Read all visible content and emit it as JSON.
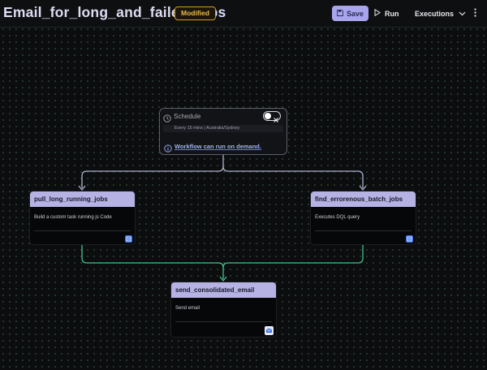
{
  "header": {
    "title": "Email_for_long_and_failed_jobs",
    "status_badge": "Modified",
    "save_label": "Save",
    "run_label": "Run",
    "executions_label": "Executions",
    "icons": [
      "save-icon",
      "play-icon",
      "chevron-down-icon",
      "more-vertical-icon"
    ]
  },
  "trigger": {
    "title": "Schedule",
    "subtitle": "Every 15 mins | Australia/Sydney",
    "info_text": "Workflow can run on demand.",
    "toggle_state": "on",
    "icons": [
      "clock-icon",
      "toggle-switch-icon",
      "close-icon",
      "info-icon"
    ]
  },
  "nodes": [
    {
      "title": "pull_long_running_jobs",
      "description": "Build a custom task running js Code",
      "icon": "code-task-icon"
    },
    {
      "title": "find_errorenous_batch_jobs",
      "description": "Executes DQL query",
      "icon": "dql-query-icon"
    },
    {
      "title": "send_consolidated_email",
      "description": "Send email",
      "icon": "email-icon"
    }
  ],
  "colors": {
    "accent": "#a9a5ed",
    "node_header": "#b6b3e4",
    "badge": "#d29a22",
    "edge_trigger": "#aeb0cd",
    "edge_success": "#3fc28a",
    "canvas_dots": "#2f4336"
  }
}
